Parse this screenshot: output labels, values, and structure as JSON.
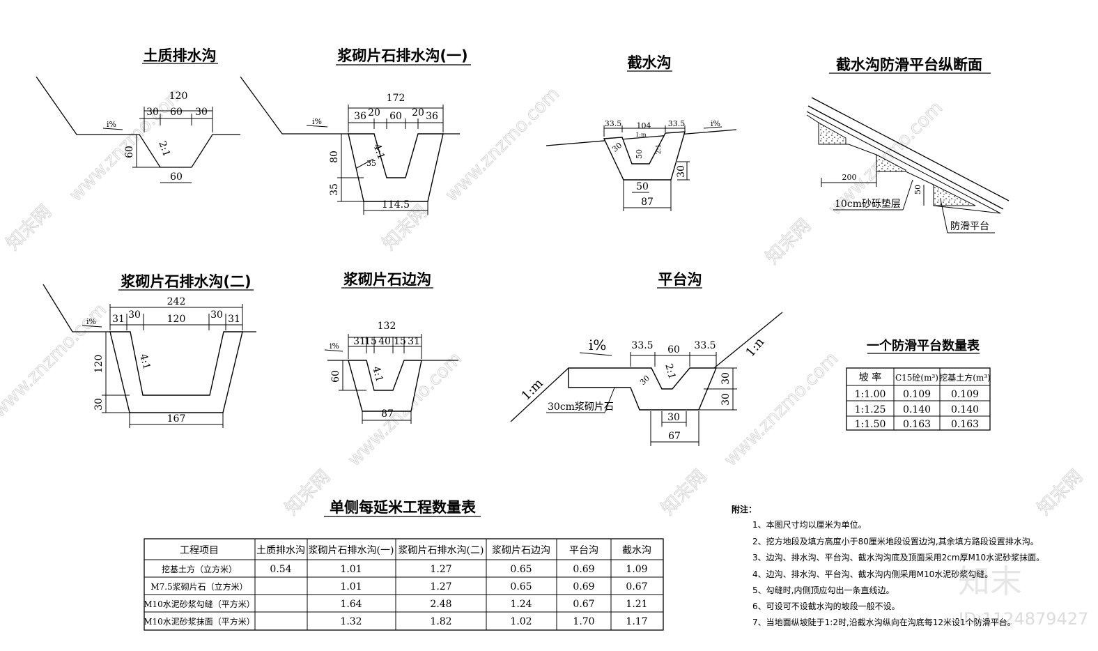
{
  "diagrams": {
    "earth_ditch": {
      "title": "土质排水沟",
      "top": "120",
      "w1": "30",
      "w2": "60",
      "w3": "30",
      "depth": "60",
      "slope": "2:1",
      "bottom": "60",
      "grade": "i%"
    },
    "stone_ditch_1": {
      "title": "浆砌片石排水沟(一)",
      "top": "172",
      "s1": "36",
      "s2": "20",
      "s3": "60",
      "s4": "20",
      "s5": "36",
      "depth": "80",
      "base": "35",
      "inner": "35",
      "slope": "4:1",
      "bottom": "114.5",
      "grade": "i%"
    },
    "intercept_ditch": {
      "title": "截水沟",
      "s1": "33.5",
      "s2": "104",
      "s3": "33.5",
      "slope_label": "1:m",
      "d1": "30",
      "d2": "50",
      "d3": "30",
      "slope": "2:1",
      "bottom1": "50",
      "bottom2": "87",
      "grade": "i%"
    },
    "anti_slip": {
      "title": "截水沟防滑平台纵断面",
      "len": "200",
      "thick": "50",
      "label1": "10cm砂砾垫层",
      "label2": "防滑平台"
    },
    "stone_ditch_2": {
      "title": "浆砌片石排水沟(二)",
      "top": "242",
      "s1": "31",
      "s2": "30",
      "s3": "120",
      "s4": "30",
      "s5": "31",
      "depth": "120",
      "base": "30",
      "slope": "4:1",
      "bottom": "167",
      "grade": "i%"
    },
    "side_ditch": {
      "title": "浆砌片石边沟",
      "top": "132",
      "s1": "31",
      "s2": "15",
      "s3": "40",
      "s4": "15",
      "s5": "31",
      "depth": "60",
      "slope": "4:1",
      "bottom": "87",
      "grade": "i%"
    },
    "platform_ditch": {
      "title": "平台沟",
      "s1": "33.5",
      "s2": "60",
      "s3": "33.5",
      "d1": "30",
      "d2": "30",
      "inner": "30",
      "slope": "2:1",
      "bottom1": "30",
      "bottom2": "67",
      "grade": "i%",
      "slope_m": "1:m",
      "slope_n": "1:n",
      "note": "30cm浆砌片石"
    }
  },
  "anti_slip_table": {
    "title": "一个防滑平台数量表",
    "headers": [
      "坡  率",
      "C15砼(m³)",
      "挖基土方(m³)"
    ],
    "rows": [
      [
        "1:1.00",
        "0.109",
        "0.109"
      ],
      [
        "1:1.25",
        "0.140",
        "0.140"
      ],
      [
        "1:1.50",
        "0.163",
        "0.163"
      ]
    ]
  },
  "quantity_table": {
    "title": "单侧每延米工程数量表",
    "headers": [
      "工程项目",
      "土质排水沟",
      "浆砌片石排水沟(一)",
      "浆砌片石排水沟(二)",
      "浆砌片石边沟",
      "平台沟",
      "截水沟"
    ],
    "rows": [
      [
        "挖基土方（立方米）",
        "0.54",
        "1.01",
        "1.27",
        "0.65",
        "0.69",
        "1.09"
      ],
      [
        "M7.5浆砌片石（立方米）",
        "",
        "1.01",
        "1.27",
        "0.65",
        "0.69",
        "0.67"
      ],
      [
        "M10水泥砂浆勾缝（平方米）",
        "",
        "1.64",
        "2.48",
        "1.24",
        "0.67",
        "1.21"
      ],
      [
        "M10水泥砂浆抹面（平方米）",
        "",
        "1.32",
        "1.82",
        "1.02",
        "1.70",
        "1.17"
      ]
    ]
  },
  "notes": {
    "heading": "附注：",
    "items": [
      "1、本图尺寸均以厘米为单位。",
      "2、挖方地段及填方高度小于80厘米地段设置边沟,其余填方路段设置排水沟。",
      "3、边沟、排水沟、平台沟、截水沟沟底及顶面采用2cm厚M10水泥砂浆抹面。",
      "4、边沟、排水沟、平台沟、截水沟内侧采用M10水泥砂浆勾缝。",
      "5、勾缝时,内侧顶应勾出一条直线边。",
      "6、可设可不设截水沟的坡段一般不设。",
      "7、当地面纵坡陡于1:2时,沿截水沟纵向在沟底每12米设1个防滑平台。"
    ]
  },
  "watermark": {
    "brand": "知末网",
    "url": "www.znzmo.com",
    "logo": "知末",
    "id": "ID:1124879427"
  }
}
